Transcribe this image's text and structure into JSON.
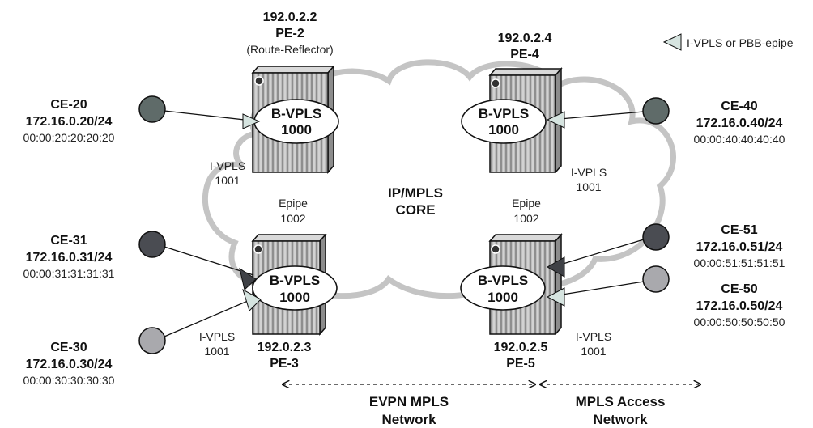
{
  "legend": {
    "label": "I-VPLS or PBB-epipe"
  },
  "core": {
    "line1": "IP/MPLS",
    "line2": "CORE"
  },
  "pe2": {
    "ip": "192.0.2.2",
    "name": "PE-2",
    "role": "(Route-Reflector)",
    "bvpls1": "B-VPLS",
    "bvpls2": "1000",
    "ivpls1": "I-VPLS",
    "ivpls2": "1001"
  },
  "pe4": {
    "ip": "192.0.2.4",
    "name": "PE-4",
    "bvpls1": "B-VPLS",
    "bvpls2": "1000",
    "ivpls1": "I-VPLS",
    "ivpls2": "1001"
  },
  "pe3": {
    "ip": "192.0.2.3",
    "name": "PE-3",
    "bvpls1": "B-VPLS",
    "bvpls2": "1000",
    "epipe1": "Epipe",
    "epipe2": "1002",
    "ivpls1": "I-VPLS",
    "ivpls2": "1001"
  },
  "pe5": {
    "ip": "192.0.2.5",
    "name": "PE-5",
    "bvpls1": "B-VPLS",
    "bvpls2": "1000",
    "epipe1": "Epipe",
    "epipe2": "1002",
    "ivpls1": "I-VPLS",
    "ivpls2": "1001"
  },
  "ce20": {
    "name": "CE-20",
    "ip": "172.16.0.20/24",
    "mac": "00:00:20:20:20:20",
    "color": "#5f6b69"
  },
  "ce40": {
    "name": "CE-40",
    "ip": "172.16.0.40/24",
    "mac": "00:00:40:40:40:40",
    "color": "#5f6b69"
  },
  "ce31": {
    "name": "CE-31",
    "ip": "172.16.0.31/24",
    "mac": "00:00:31:31:31:31",
    "color": "#4a4c52"
  },
  "ce30": {
    "name": "CE-30",
    "ip": "172.16.0.30/24",
    "mac": "00:00:30:30:30:30",
    "color": "#a9a9ad"
  },
  "ce51": {
    "name": "CE-51",
    "ip": "172.16.0.51/24",
    "mac": "00:00:51:51:51:51",
    "color": "#4a4c52"
  },
  "ce50": {
    "name": "CE-50",
    "ip": "172.16.0.50/24",
    "mac": "00:00:50:50:50:50",
    "color": "#a9a9ad"
  },
  "networks": {
    "evpn1": "EVPN MPLS",
    "evpn2": "Network",
    "access1": "MPLS Access",
    "access2": "Network"
  }
}
